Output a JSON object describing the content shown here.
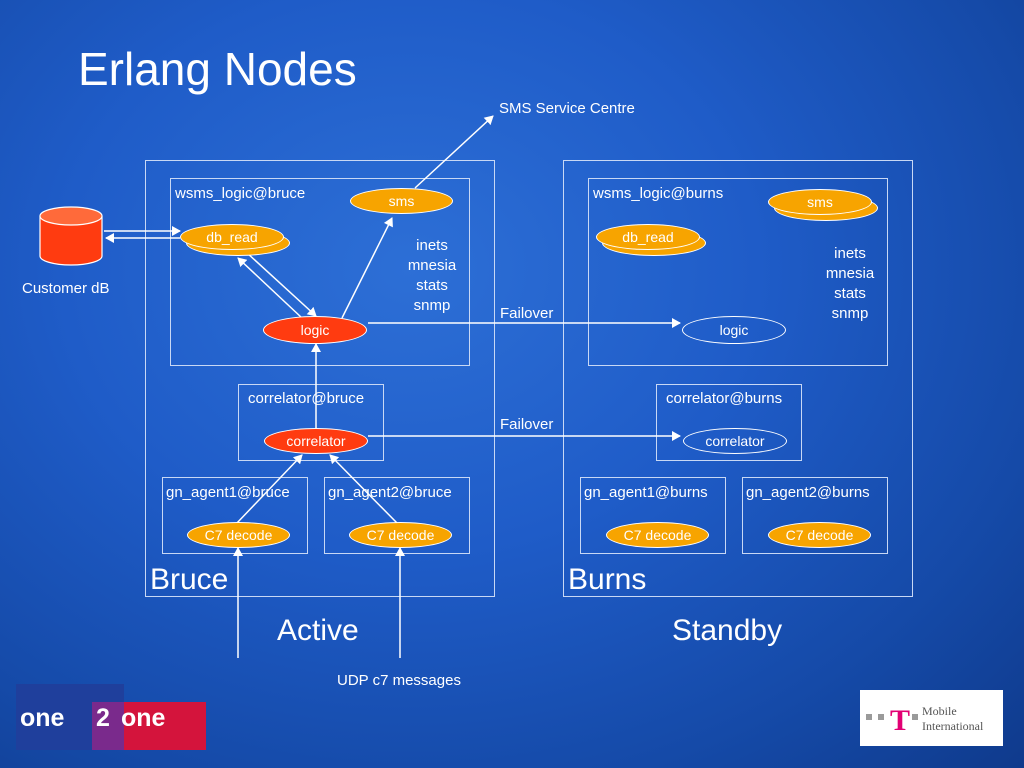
{
  "title": "Erlang Nodes",
  "labels": {
    "sms_centre": "SMS Service Centre",
    "customer_db": "Customer dB",
    "failover": "Failover",
    "udp": "UDP c7 messages"
  },
  "bruce": {
    "name": "Bruce",
    "wsms_node": "wsms_logic@bruce",
    "services": [
      "inets",
      "mnesia",
      "stats",
      "snmp"
    ],
    "correlator_node": "correlator@bruce",
    "gn1_node": "gn_agent1@bruce",
    "gn2_node": "gn_agent2@bruce",
    "state": "Active"
  },
  "burns": {
    "name": "Burns",
    "wsms_node": "wsms_logic@burns",
    "services": [
      "inets",
      "mnesia",
      "stats",
      "snmp"
    ],
    "correlator_node": "correlator@burns",
    "gn1_node": "gn_agent1@burns",
    "gn2_node": "gn_agent2@burns",
    "state": "Standby"
  },
  "processes": {
    "sms": "sms",
    "db_read": "db_read",
    "logic": "logic",
    "correlator": "correlator",
    "c7_decode": "C7 decode"
  },
  "logos": {
    "left": "one 2 one",
    "left_parts": [
      "one",
      "2",
      "one"
    ],
    "right_line1": "Mobile",
    "right_line2": "International",
    "right_mark": "T"
  },
  "colors": {
    "background": "#1f5cc8",
    "active_process": "#ff3b10",
    "process": "#f7a400",
    "database": "#ff3b10",
    "logo_red": "#d4143c",
    "logo_blue": "#1f3f9c",
    "tmobile_magenta": "#e20074"
  }
}
